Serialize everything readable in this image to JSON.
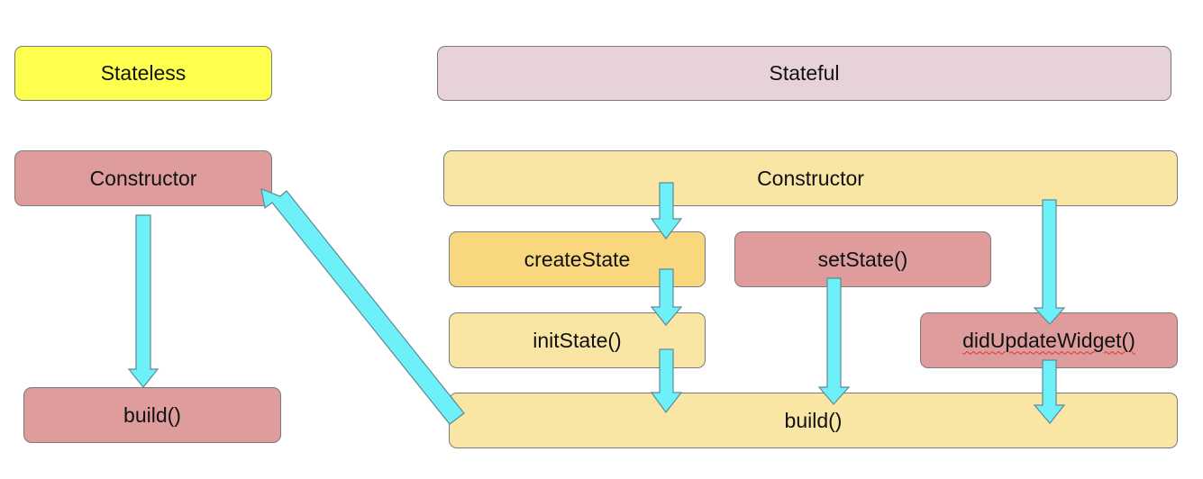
{
  "stateless": {
    "header": "Stateless",
    "constructor": "Constructor",
    "build": "build()"
  },
  "stateful": {
    "header": "Stateful",
    "constructor": "Constructor",
    "create_state": "createState",
    "init_state": "initState()",
    "set_state": "setState()",
    "did_update_widget": "didUpdateWidget()",
    "build": "build()"
  },
  "colors": {
    "stateless_header": "#ffff4d",
    "stateful_header": "#e8d2da",
    "red_box": "#df9c9c",
    "cream_box": "#f9e5a4",
    "gold_box": "#f8d77e",
    "arrow_fill": "#6df0f7"
  }
}
